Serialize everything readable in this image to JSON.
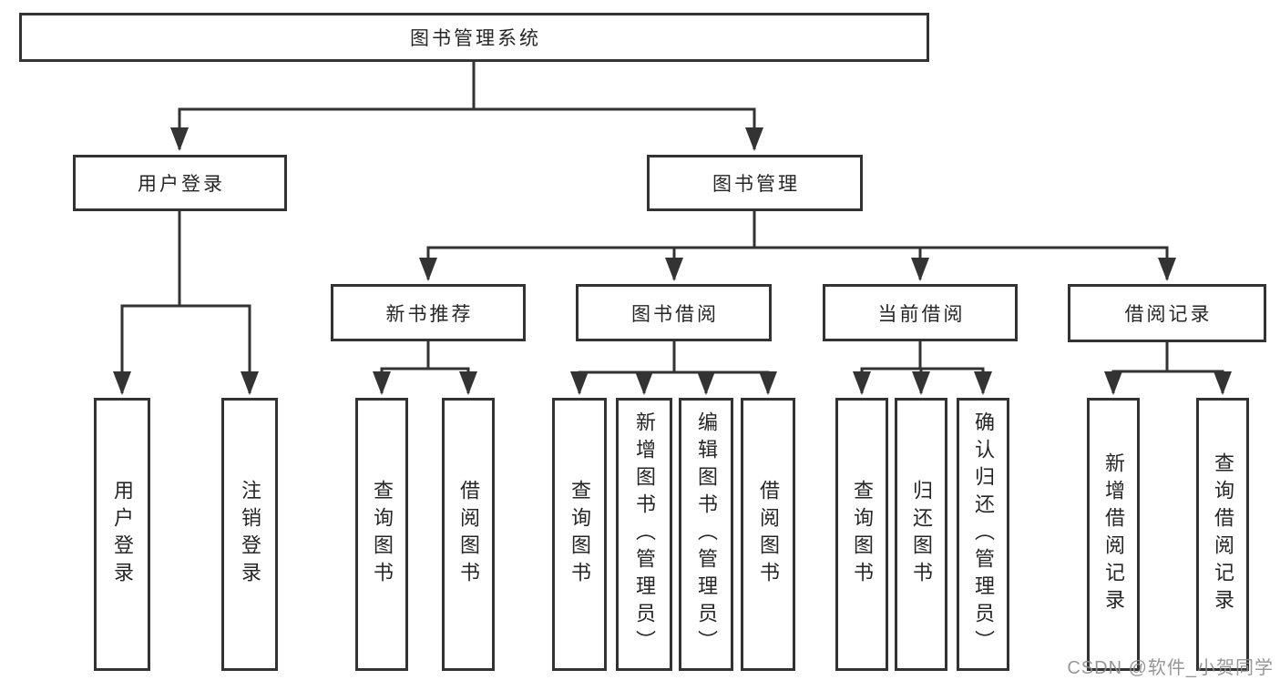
{
  "watermark": "CSDN @软件_小贺同学",
  "colors": {
    "line": "#333333",
    "box_border": "#333333",
    "text": "#262626",
    "watermark_gray": "#8c8c8c",
    "background": "#ffffff"
  },
  "chart_data": {
    "type": "tree-diagram",
    "title": "图书管理系统"
  },
  "diagram": {
    "root": {
      "label": "图书管理系统",
      "children": [
        {
          "label": "用户登录",
          "children": [
            {
              "label": "用户登录"
            },
            {
              "label": "注销登录"
            }
          ]
        },
        {
          "label": "图书管理",
          "children": [
            {
              "label": "新书推荐",
              "children": [
                {
                  "label": "查询图书"
                },
                {
                  "label": "借阅图书"
                }
              ]
            },
            {
              "label": "图书借阅",
              "children": [
                {
                  "label": "查询图书"
                },
                {
                  "label": "新增图书（管理员）"
                },
                {
                  "label": "编辑图书（管理员）"
                },
                {
                  "label": "借阅图书"
                }
              ]
            },
            {
              "label": "当前借阅",
              "children": [
                {
                  "label": "查询图书"
                },
                {
                  "label": "归还图书"
                },
                {
                  "label": "确认归还（管理员）"
                }
              ]
            },
            {
              "label": "借阅记录",
              "children": [
                {
                  "label": "新增借阅记录"
                },
                {
                  "label": "查询借阅记录"
                }
              ]
            }
          ]
        }
      ]
    }
  }
}
